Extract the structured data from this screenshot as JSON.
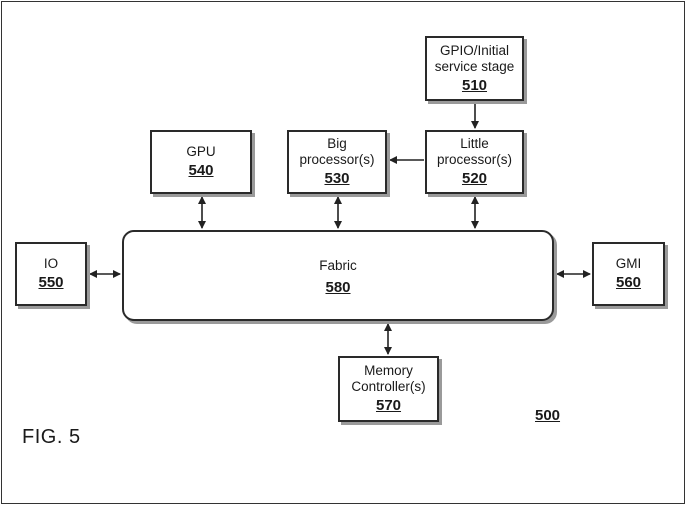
{
  "diagram": {
    "blocks": {
      "gpio": {
        "label": "GPIO/Initial service stage",
        "number": "510"
      },
      "little": {
        "label": "Little processor(s)",
        "number": "520"
      },
      "big": {
        "label": "Big processor(s)",
        "number": "530"
      },
      "gpu": {
        "label": "GPU",
        "number": "540"
      },
      "io": {
        "label": "IO",
        "number": "550"
      },
      "gmi": {
        "label": "GMI",
        "number": "560"
      },
      "memory": {
        "label": "Memory Controller(s)",
        "number": "570"
      },
      "fabric": {
        "label": "Fabric",
        "number": "580"
      }
    },
    "figure_label": "FIG. 5",
    "reference_number": "500"
  }
}
